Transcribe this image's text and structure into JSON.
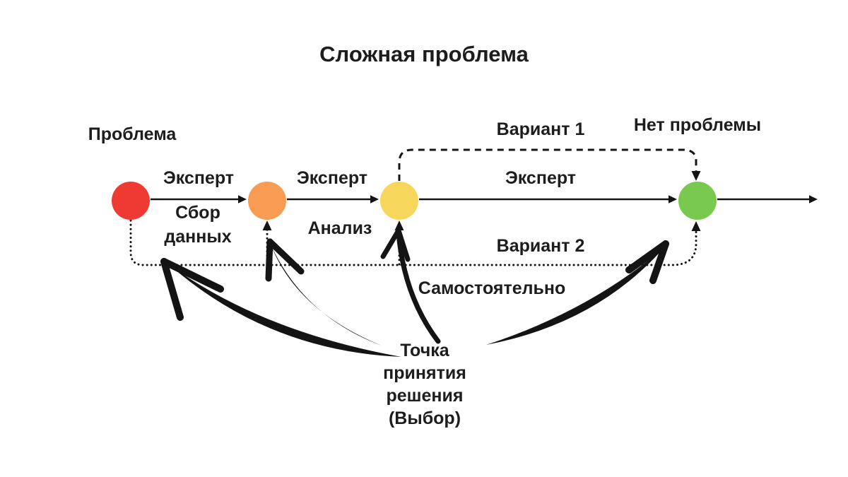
{
  "title": "Сложная проблема",
  "colors": {
    "background": "#ffffff",
    "ink": "#141414",
    "node_problem": "#ee3a33",
    "node_stage2": "#f89b53",
    "node_stage3": "#f7d65c",
    "node_no_problem": "#79c94f"
  },
  "nodes": {
    "problem": {
      "label": "Проблема"
    },
    "no_problem": {
      "label": "Нет проблемы"
    }
  },
  "edge_labels": {
    "expert1": "Эксперт",
    "expert2": "Эксперт",
    "expert3": "Эксперт",
    "data_collection": "Сбор\nданных",
    "analysis": "Анализ",
    "variant1": "Вариант 1",
    "variant2": "Вариант 2",
    "independent": "Самостоятельно"
  },
  "annotation": {
    "decision_point": "Точка\nпринятия\nрешения\n(Выбор)"
  }
}
